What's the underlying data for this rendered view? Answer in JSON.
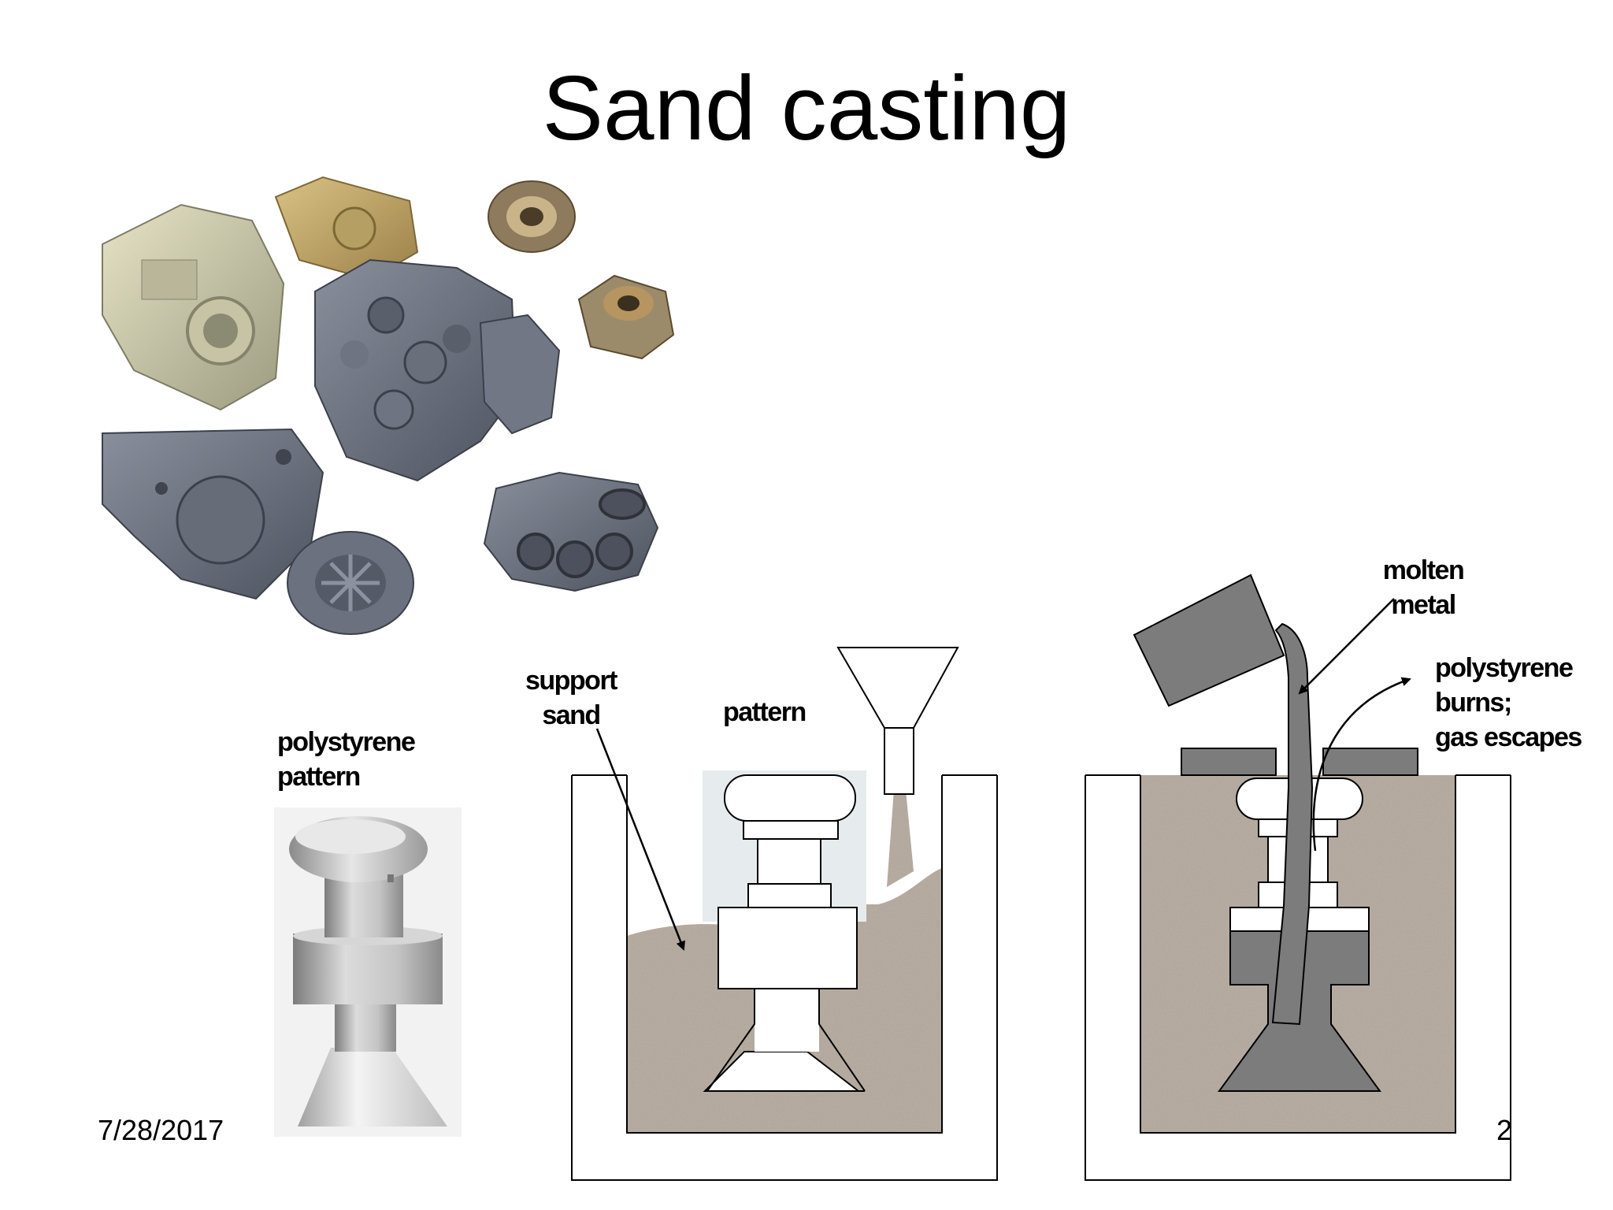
{
  "slide": {
    "title": "Sand casting",
    "date": "7/28/2017",
    "page_number": "2"
  },
  "photo": {
    "icon": "cast-parts-photo-icon"
  },
  "diagram": {
    "pattern_label": [
      "polystyrene",
      "pattern"
    ],
    "support_sand_label": [
      "support",
      "sand"
    ],
    "pattern_in_flask_label": "pattern",
    "molten_metal_label": [
      "molten",
      "metal"
    ],
    "gas_label": [
      "polystyrene",
      "burns;",
      "gas escapes"
    ],
    "colors": {
      "sand": "#b8aca0",
      "metal": "#7c7c7c",
      "pattern_shade": "#c8c8c8"
    }
  }
}
